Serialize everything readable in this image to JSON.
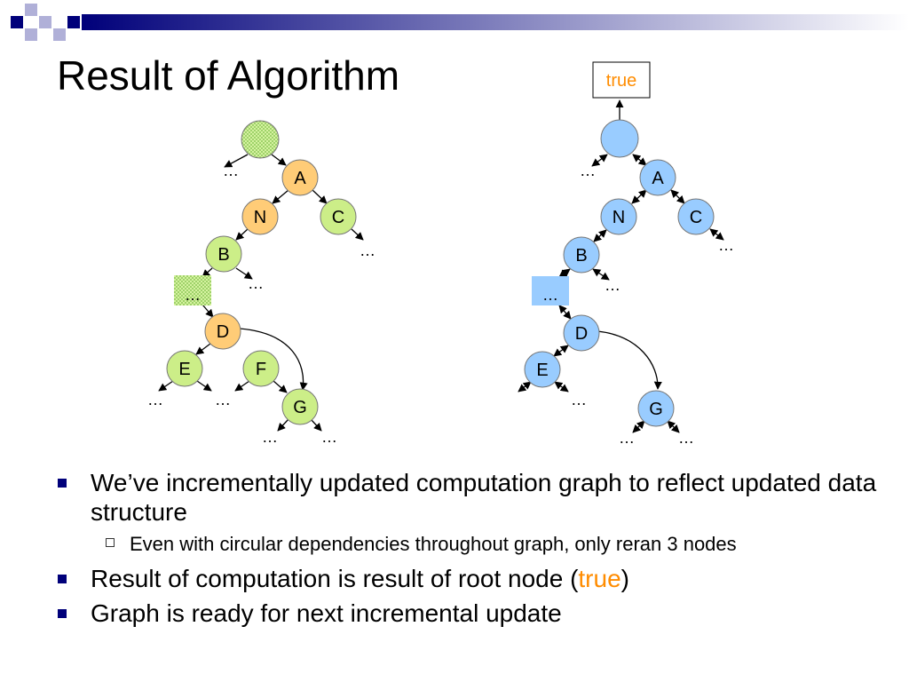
{
  "title": "Result of Algorithm",
  "colors": {
    "accent_navy": "#00007a",
    "accent_light": "#b0b0d8",
    "node_dirty": "#ffcc77",
    "node_clean": "#ccee88",
    "node_done": "#99ccff",
    "highlight": "#ff8c00"
  },
  "diagram": {
    "result_box_label": "true",
    "left_tree": {
      "nodes": [
        "A",
        "N",
        "C",
        "B",
        "D",
        "E",
        "F",
        "G"
      ],
      "ellipsis": "…"
    },
    "right_tree": {
      "nodes": [
        "A",
        "N",
        "C",
        "B",
        "D",
        "E",
        "G"
      ],
      "ellipsis": "…"
    }
  },
  "bullets": {
    "b1": "We’ve incrementally updated computation graph to reflect updated data structure",
    "b1_sub": "Even with circular dependencies throughout graph, only reran 3 nodes",
    "b2_before": "Result of computation is result of root node (",
    "b2_highlight": "true",
    "b2_after": ")",
    "b3": "Graph is ready for next incremental update"
  }
}
